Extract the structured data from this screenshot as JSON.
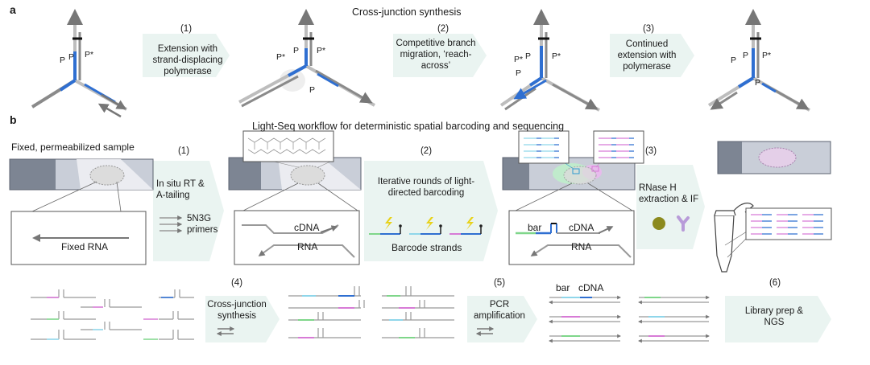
{
  "panel_a": {
    "letter": "a",
    "title": "Cross-junction synthesis",
    "steps": [
      {
        "num": "(1)",
        "text": "Extension with strand-displacing polymerase"
      },
      {
        "num": "(2)",
        "text": "Competitive branch migration, ‘reach-across’"
      },
      {
        "num": "(3)",
        "text": "Continued extension with polymerase"
      }
    ],
    "junction_labels": {
      "p": "P",
      "p_star": "P*"
    }
  },
  "panel_b": {
    "letter": "b",
    "title": "Light-Seq workflow for deterministic spatial barcoding and sequencing",
    "sample_label": "Fixed, permeabilized sample",
    "steps": [
      {
        "num": "(1)",
        "text": "In situ RT & A-tailing"
      },
      {
        "num": "(2)",
        "text": "Iterative rounds of light-directed barcoding"
      },
      {
        "num": "(3)",
        "text": "RNase H extraction & IF"
      },
      {
        "num": "(4)",
        "text": "Cross-junction synthesis"
      },
      {
        "num": "(5)",
        "text": "PCR amplification"
      },
      {
        "num": "(6)",
        "text": "Library prep & NGS"
      }
    ],
    "primer_label": "5N3G primers",
    "fixed_rna": "Fixed RNA",
    "cdna": "cDNA",
    "rna": "RNA",
    "barcode_strands": "Barcode strands",
    "bar": "bar"
  },
  "colors": {
    "arrow_bg": "#eaf4f1",
    "strand_grey": "#8a8a8a",
    "strand_blue": "#2f6fd1",
    "slide_dark": "#7d8593",
    "slide_light": "#c9ced8",
    "green": "#7fd68a",
    "magenta": "#d77bd6",
    "cyan": "#8fd6ea",
    "yellow": "#e8d21a",
    "olive": "#8c8a1e",
    "lilac": "#b89bd9"
  }
}
